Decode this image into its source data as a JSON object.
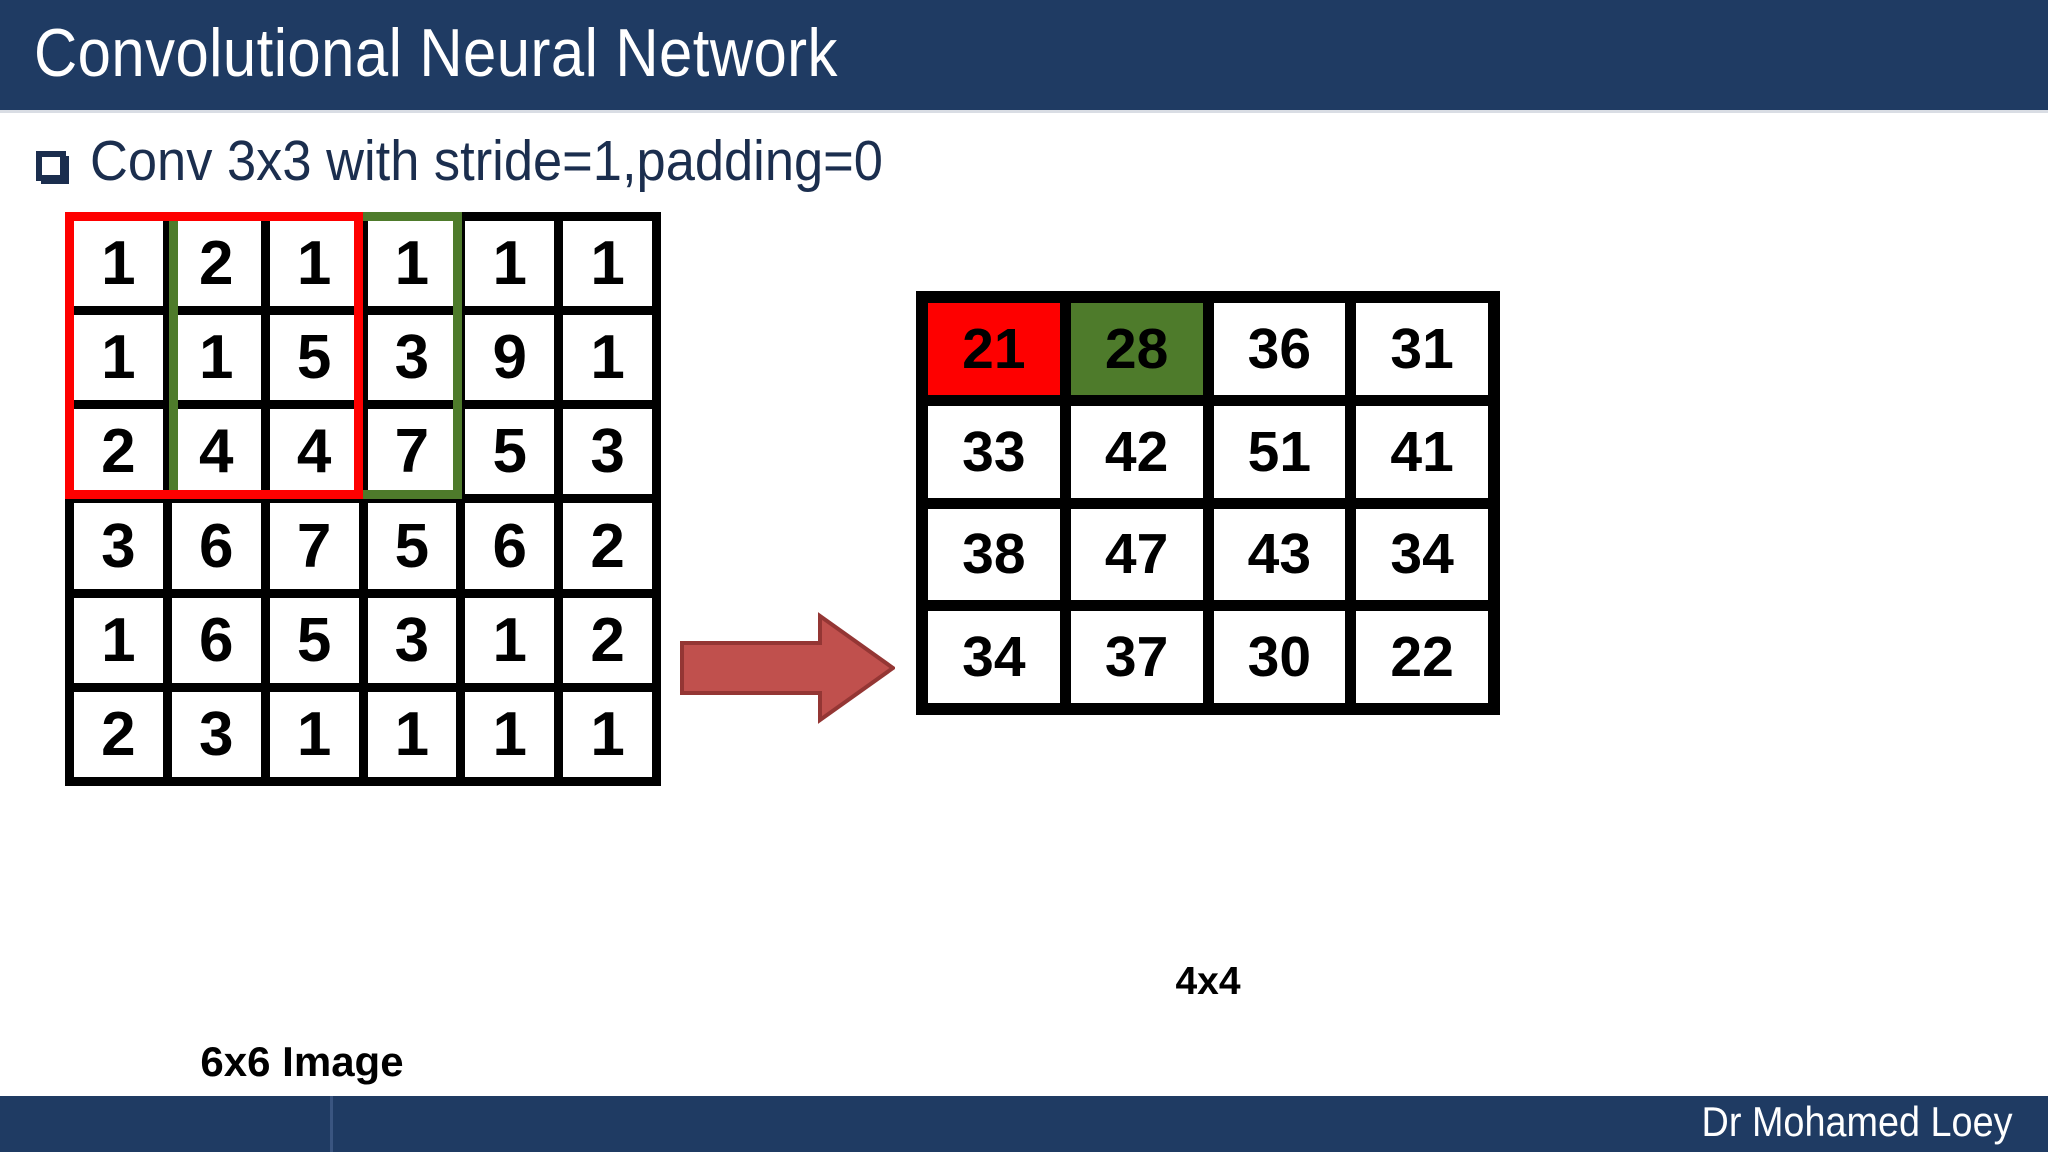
{
  "slide": {
    "title": "Convolutional Neural Network",
    "bullet": "Conv 3x3 with stride=1,padding=0",
    "bullet_glyph": "empty-square-bullet",
    "footer_author": "Dr Mohamed Loey"
  },
  "colors": {
    "header_bg": "#1F3B63",
    "header_text": "#FFFFFF",
    "body_text": "#1B2E4E",
    "grid_line": "#000000",
    "cell_bg": "#FFFFFF",
    "highlight_red": "#FE0000",
    "highlight_green": "#4E7B2B",
    "arrow_fill": "#C0504D",
    "arrow_stroke": "#943634"
  },
  "input_matrix": {
    "caption": "6x6 Image",
    "rows": 6,
    "cols": 6,
    "values": [
      [
        1,
        2,
        1,
        1,
        1,
        1
      ],
      [
        1,
        1,
        5,
        3,
        9,
        1
      ],
      [
        2,
        4,
        4,
        7,
        5,
        3
      ],
      [
        3,
        6,
        7,
        5,
        6,
        2
      ],
      [
        1,
        6,
        5,
        3,
        1,
        2
      ],
      [
        2,
        3,
        1,
        1,
        1,
        1
      ]
    ],
    "windows": [
      {
        "name": "red-receptive-field",
        "color": "#FE0000",
        "row_start": 1,
        "row_end": 3,
        "col_start": 1,
        "col_end": 3
      },
      {
        "name": "green-receptive-field",
        "color": "#4E7B2B",
        "row_start": 1,
        "row_end": 3,
        "col_start": 2,
        "col_end": 4
      }
    ]
  },
  "output_matrix": {
    "caption": "4x4",
    "rows": 4,
    "cols": 4,
    "values": [
      [
        21,
        28,
        36,
        31
      ],
      [
        33,
        42,
        51,
        41
      ],
      [
        38,
        47,
        43,
        34
      ],
      [
        34,
        37,
        30,
        22
      ]
    ],
    "highlights": [
      {
        "row": 0,
        "col": 0,
        "style": "red"
      },
      {
        "row": 0,
        "col": 1,
        "style": "green"
      }
    ]
  },
  "arrow": {
    "direction": "right",
    "label": ""
  }
}
